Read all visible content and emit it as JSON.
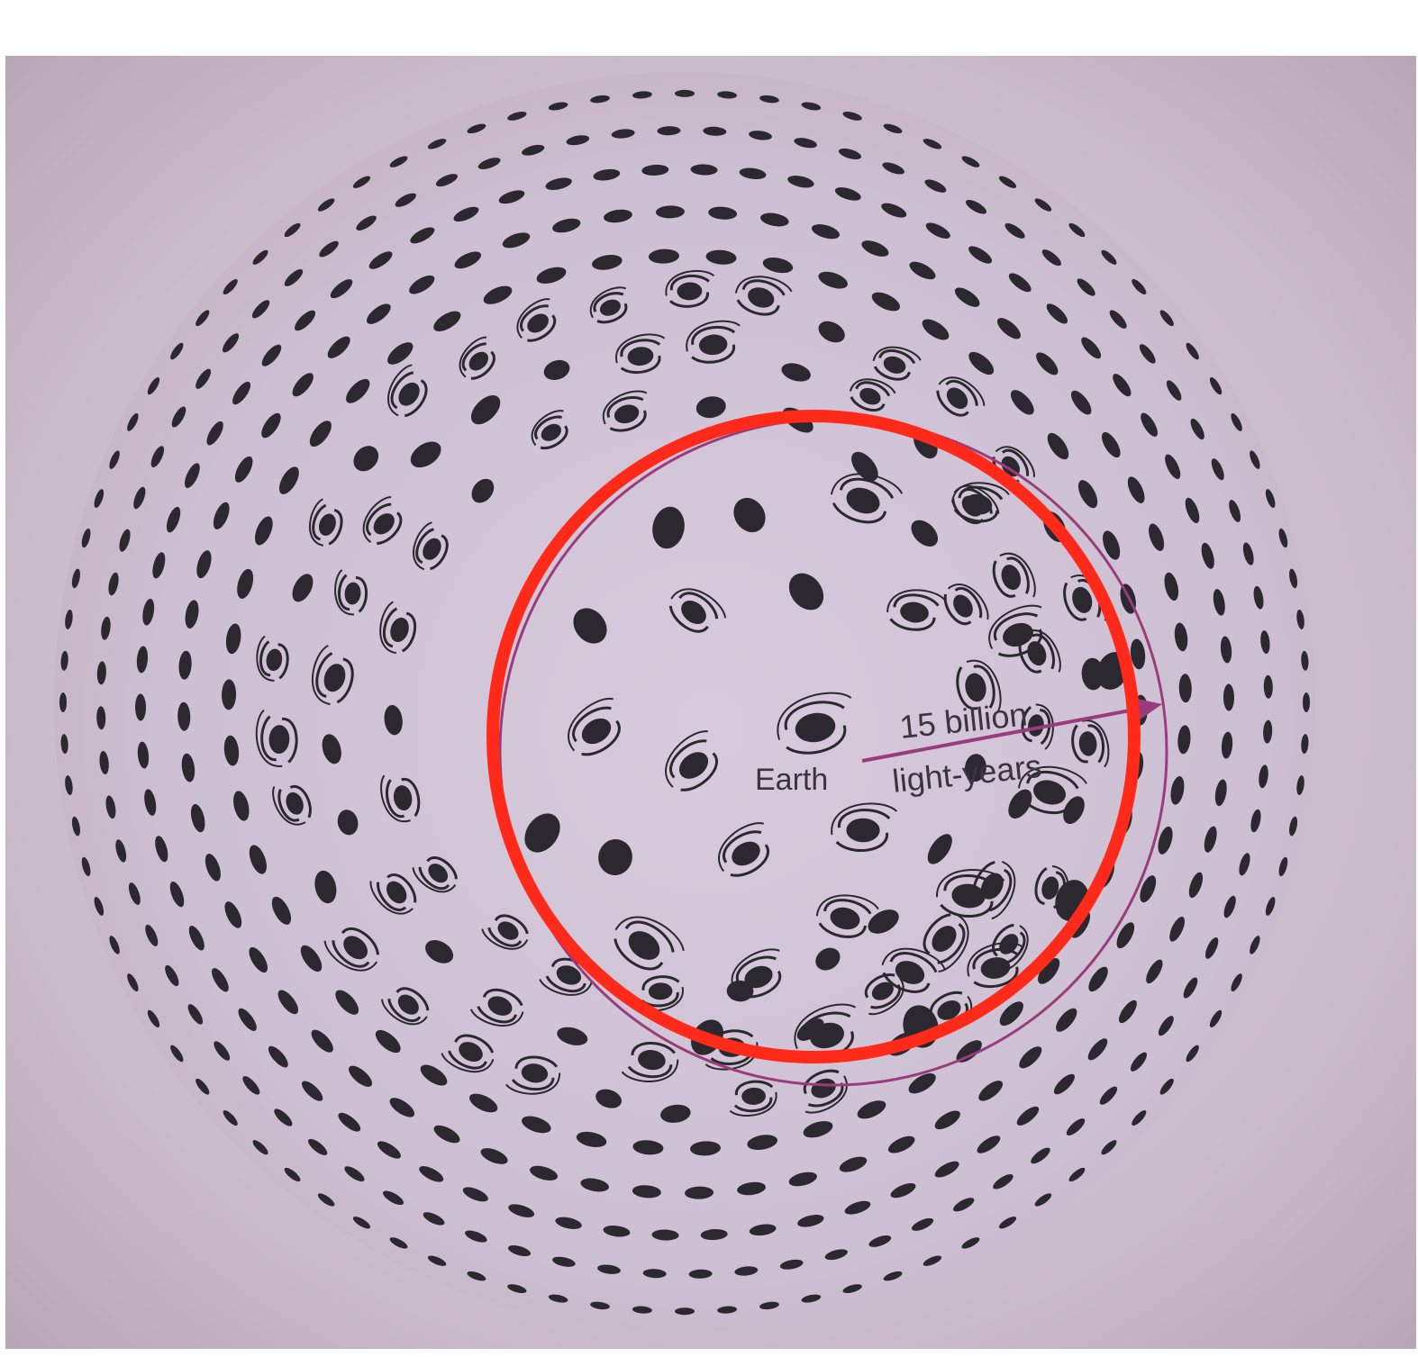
{
  "figure": {
    "earth_label": "Earth",
    "distance_line1": "15 billion",
    "distance_line2": "light-years"
  },
  "colors": {
    "background_paper": "#cfc0d3",
    "paper_edge": "#b9a3b3",
    "galaxy_ink": "#2c2830",
    "horizon_ring": "#9a3b7c",
    "arrow": "#9a3b7c",
    "highlight_circle": "#ff2a1a",
    "text": "#3a3440"
  },
  "icons": {
    "galaxy_spiral": "spiral-galaxy-icon",
    "galaxy_elliptical": "elliptical-galaxy-icon",
    "galaxy_edge_on": "edge-on-galaxy-icon"
  }
}
